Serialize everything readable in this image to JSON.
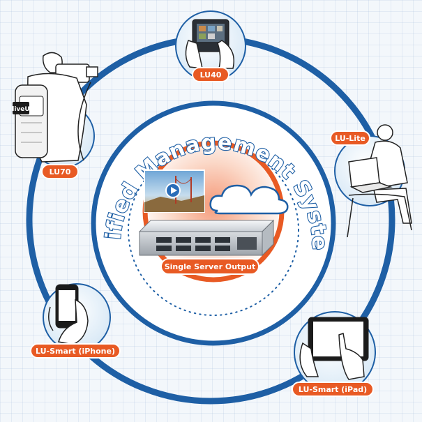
{
  "title": "Unified Management System",
  "hub_label": "Single Server Output",
  "devices": [
    {
      "id": "lu40",
      "label": "LU40"
    },
    {
      "id": "lu70",
      "label": "LU70"
    },
    {
      "id": "lu-lite",
      "label": "LU-Lite"
    },
    {
      "id": "lu-smart-iphone",
      "label": "LU-Smart (iPhone)"
    },
    {
      "id": "lu-smart-ipad",
      "label": "LU-Smart (iPad)"
    }
  ],
  "backpack_logo": "liveU",
  "colors": {
    "ring": "#1e5fa5",
    "accent": "#e85a24",
    "label_bg": "#e85a24",
    "label_text": "#ffffff"
  }
}
